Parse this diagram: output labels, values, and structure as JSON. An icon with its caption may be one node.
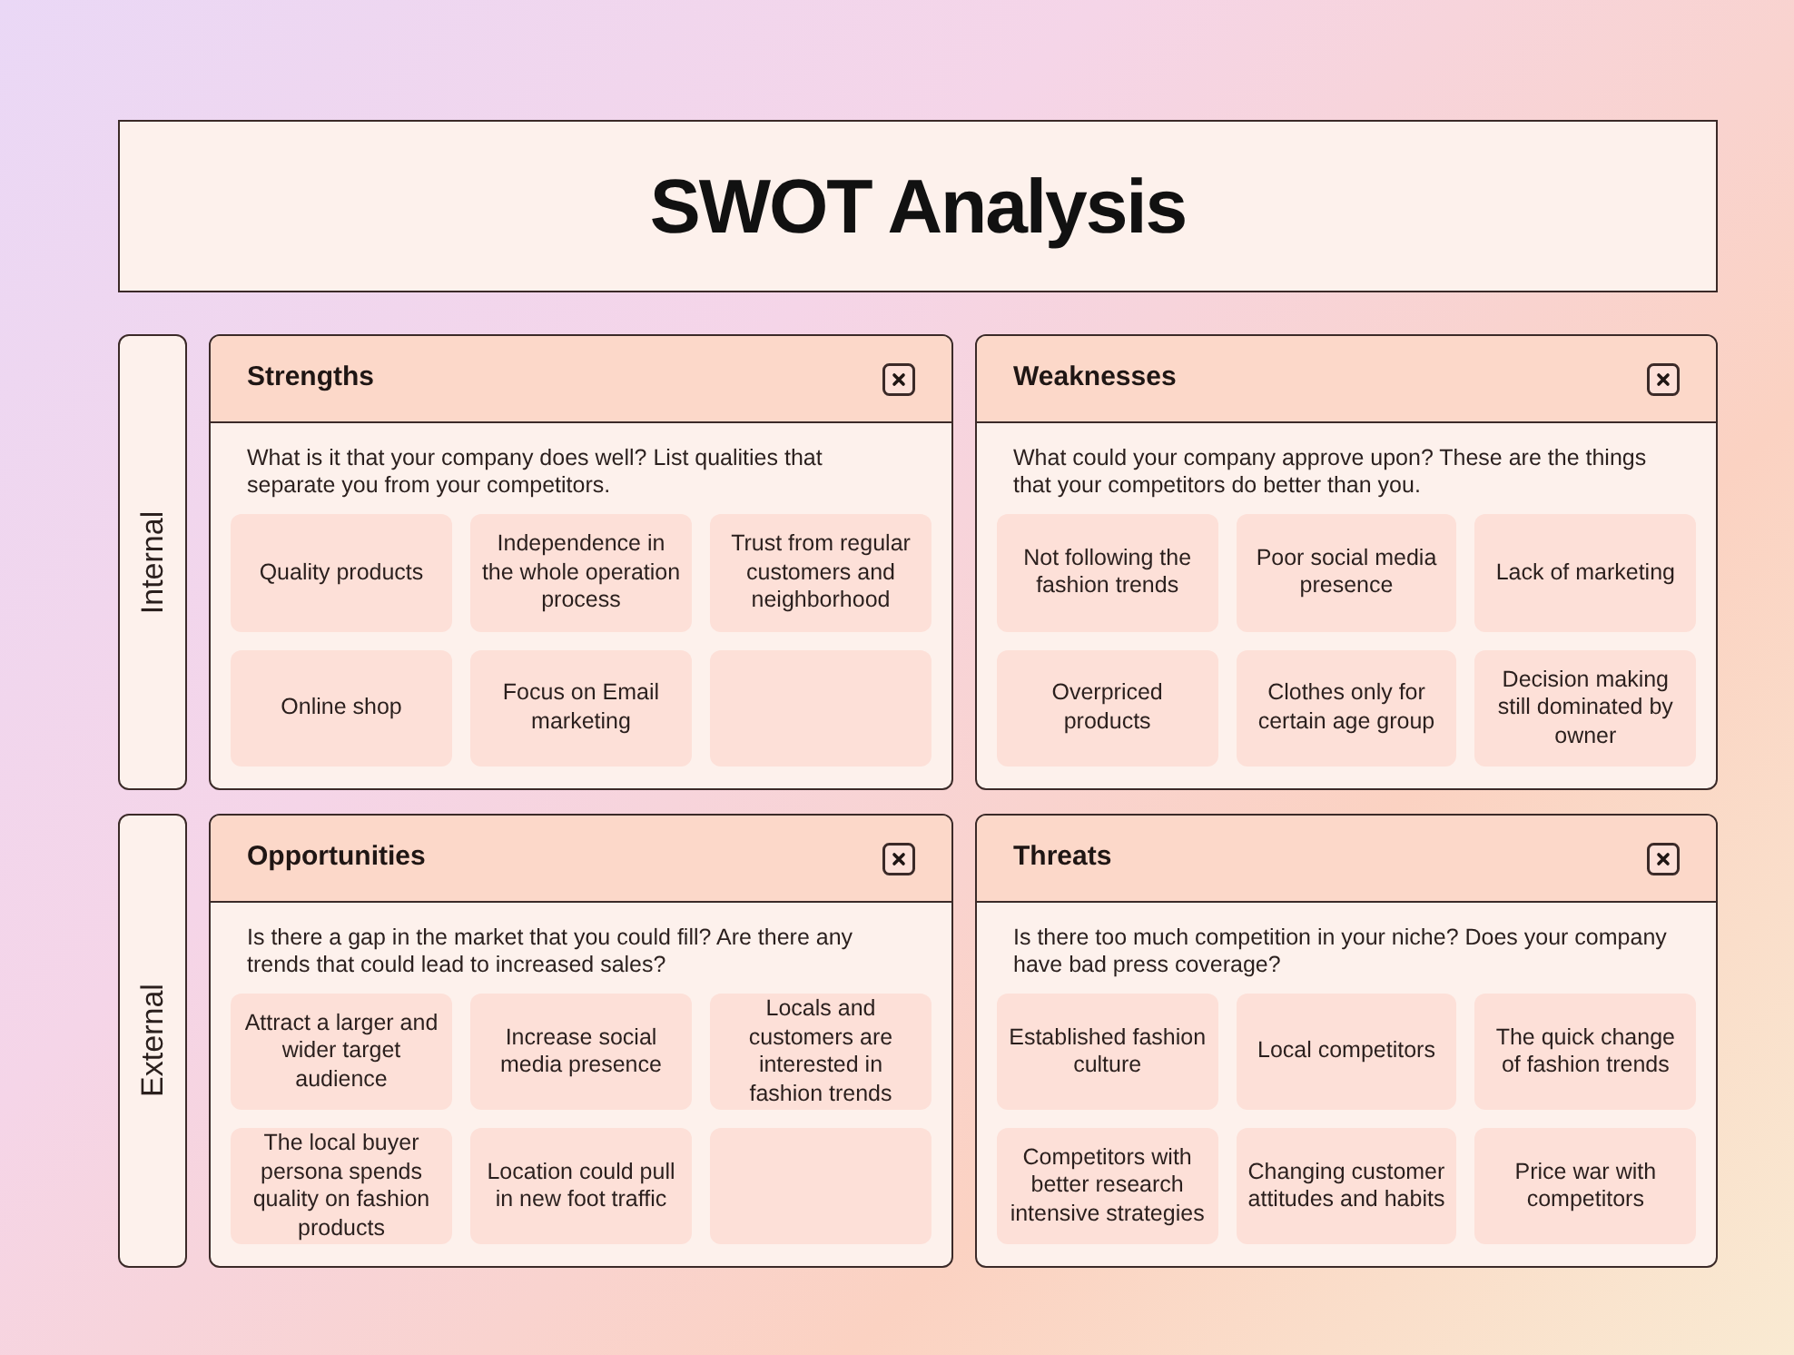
{
  "diagram": {
    "title": "SWOT Analysis",
    "nodes": [
      {
        "text": [
          "Internal"
        ]
      },
      {
        "text": [
          "Strengths",
          "What is it that your company does well? List qualities that separate you from your competitors."
        ]
      },
      {
        "text": [
          "Quality products"
        ],
        "in": 1
      },
      {
        "text": [
          "Independence in the whole operation process"
        ],
        "in": 1
      },
      {
        "text": [
          "Trust from regular customers and neighborhood"
        ],
        "in": 1
      },
      {
        "text": [
          "Online shop"
        ],
        "in": 1
      },
      {
        "text": [
          "Focus on Email marketing"
        ],
        "in": 1
      },
      {
        "text": [],
        "shape": "box",
        "in": 1
      },
      {
        "text": [
          "Weaknesses",
          "What could your company approve upon? These are the things that your competitors do better than you."
        ]
      },
      {
        "text": [
          "Not following the fashion trends"
        ],
        "in": 8
      },
      {
        "text": [
          "Poor social media presence"
        ],
        "in": 8
      },
      {
        "text": [
          "Lack of marketing"
        ],
        "in": 8
      },
      {
        "text": [
          "Overpriced products"
        ],
        "in": 8
      },
      {
        "text": [
          "Clothes only for certain age group"
        ],
        "in": 8
      },
      {
        "text": [
          "Decision making still dominated by owner"
        ],
        "in": 8
      },
      {
        "text": [
          "External"
        ]
      },
      {
        "text": [
          "Opportunities",
          "Is there a gap in the market that you could fill? Are there any trends that could lead to increased sales?"
        ]
      },
      {
        "text": [
          "Attract a larger and wider target audience"
        ],
        "in": 16
      },
      {
        "text": [
          "Increase social media presence"
        ],
        "in": 16
      },
      {
        "text": [
          "Locals and customers are interested in fashion trends"
        ],
        "in": 16
      },
      {
        "text": [
          "The local buyer persona spends quality on fashion products"
        ],
        "in": 16
      },
      {
        "text": [
          "Location could pull in new foot traffic"
        ],
        "in": 16
      },
      {
        "text": [],
        "shape": "box",
        "in": 16
      },
      {
        "text": [
          "Threats",
          "Is there too much competition in your niche? Does your company have bad press coverage?"
        ]
      },
      {
        "text": [
          "Established fashion culture"
        ],
        "in": 23
      },
      {
        "text": [
          "Local competitors"
        ],
        "in": 23
      },
      {
        "text": [
          "The quick change of fashion trends"
        ],
        "in": 23
      },
      {
        "text": [
          "Competitors with better research intensive strategies"
        ],
        "in": 23
      },
      {
        "text": [
          "Changing customer attitudes and habits"
        ],
        "in": 23
      },
      {
        "text": [
          "Price war with competitors"
        ],
        "in": 23
      }
    ]
  }
}
